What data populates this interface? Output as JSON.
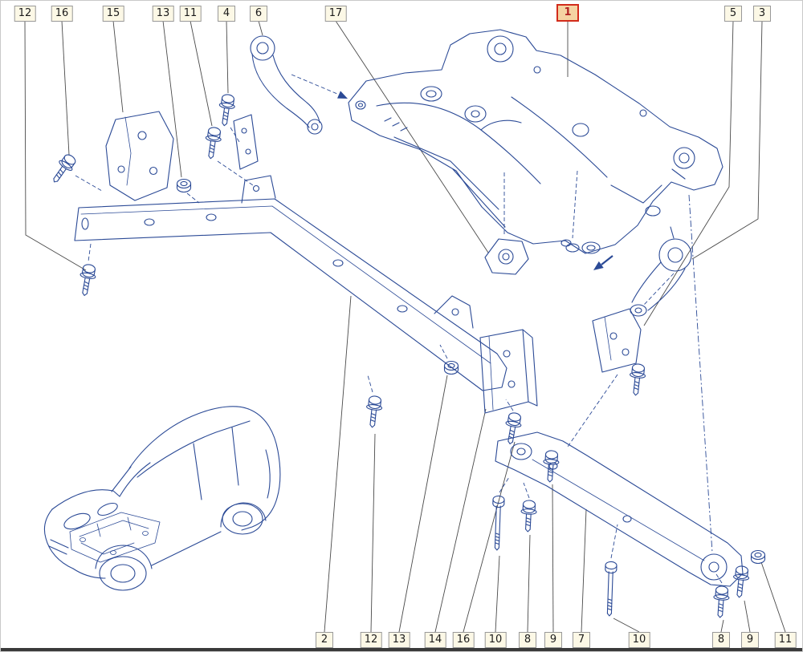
{
  "diagram": {
    "type": "exploded-parts-diagram",
    "colors": {
      "line": "#2b4a96",
      "leader": "#4a4a4a",
      "callout_bg": "#fcf8e6",
      "callout_border": "#999999",
      "highlight_bg": "#f5d3a2",
      "highlight_border": "#d22b1b",
      "highlight_text": "#b22222"
    },
    "highlighted_callout": "1",
    "callouts_top": [
      {
        "label": "12"
      },
      {
        "label": "16"
      },
      {
        "label": "15"
      },
      {
        "label": "13"
      },
      {
        "label": "11"
      },
      {
        "label": "4"
      },
      {
        "label": "6"
      },
      {
        "label": "17"
      },
      {
        "label": "1",
        "highlighted": true
      },
      {
        "label": "5"
      },
      {
        "label": "3"
      }
    ],
    "callouts_bottom": [
      {
        "label": "2"
      },
      {
        "label": "12"
      },
      {
        "label": "13"
      },
      {
        "label": "14"
      },
      {
        "label": "16"
      },
      {
        "label": "10"
      },
      {
        "label": "8"
      },
      {
        "label": "9"
      },
      {
        "label": "7"
      },
      {
        "label": "10"
      },
      {
        "label": "8"
      },
      {
        "label": "9"
      },
      {
        "label": "11"
      }
    ]
  }
}
